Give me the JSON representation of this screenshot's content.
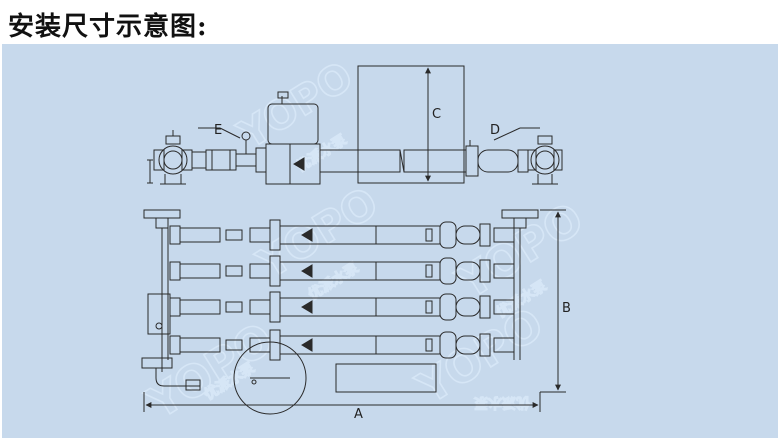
{
  "title": "安装尺寸示意图:",
  "dimensions": {
    "a": "A",
    "b": "B",
    "c": "C",
    "d": "D",
    "e": "E"
  },
  "watermark": {
    "brand": "YOPO",
    "brand_cn": "优派水泵"
  },
  "colors": {
    "background": "#c7d9ec",
    "line": "#2a2a2a",
    "watermark": "#d6e6f6"
  }
}
